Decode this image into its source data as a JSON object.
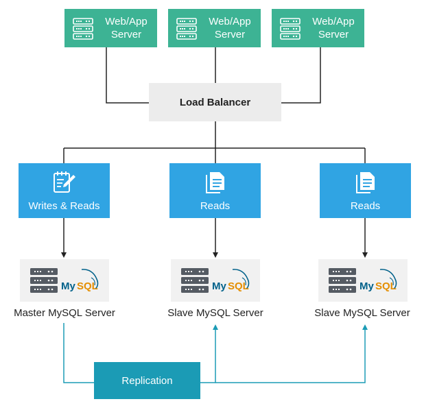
{
  "web_servers": [
    {
      "line1": "Web/App",
      "line2": "Server"
    },
    {
      "line1": "Web/App",
      "line2": "Server"
    },
    {
      "line1": "Web/App",
      "line2": "Server"
    }
  ],
  "load_balancer": "Load Balancer",
  "routes": [
    {
      "label": "Writes & Reads",
      "icon": "edit-document-icon"
    },
    {
      "label": "Reads",
      "icon": "document-icon"
    },
    {
      "label": "Reads",
      "icon": "document-icon"
    }
  ],
  "databases": [
    {
      "label": "Master MySQL Server",
      "logo": "MySQL"
    },
    {
      "label": "Slave MySQL Server",
      "logo": "MySQL"
    },
    {
      "label": "Slave MySQL Server",
      "logo": "MySQL"
    }
  ],
  "replication": "Replication",
  "colors": {
    "web_server": "#3db394",
    "route": "#30a4e3",
    "replication": "#1b9bb5",
    "connector": "#222222",
    "replication_line": "#1b9bb5",
    "mysql_blue": "#00618a",
    "mysql_orange": "#e48e00"
  }
}
